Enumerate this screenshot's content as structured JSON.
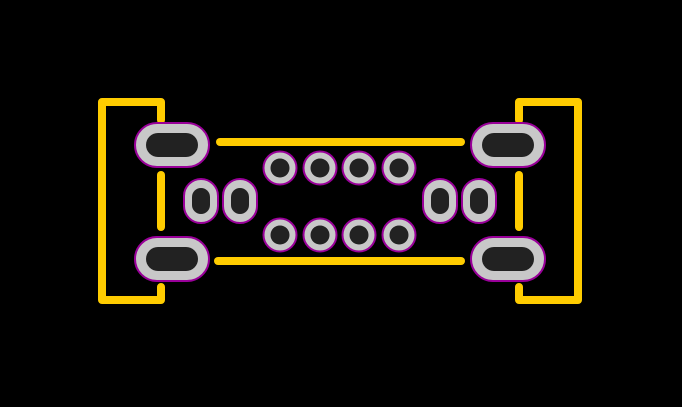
{
  "colors": {
    "background": "#000000",
    "silkscreen": "#FFCC00",
    "pad_fill": "#C8C8C8",
    "pad_outline": "#990099",
    "hole": "#222222"
  },
  "footprint": {
    "description_visible_text": "",
    "mount_pads": 4,
    "side_oval_pads": 4,
    "round_pads": 8
  }
}
